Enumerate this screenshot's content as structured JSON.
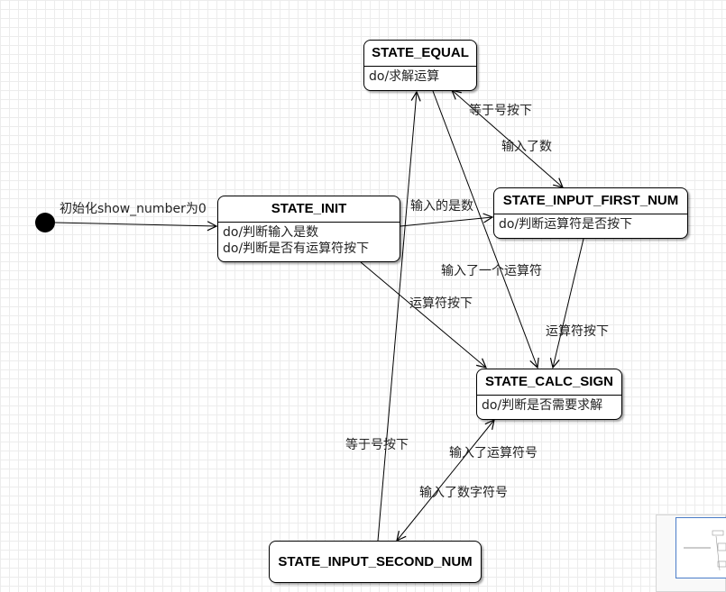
{
  "states": {
    "equal": {
      "name": "STATE_EQUAL",
      "actions": [
        "do/求解运算"
      ]
    },
    "init": {
      "name": "STATE_INIT",
      "actions": [
        "do/判断输入是数",
        "do/判断是否有运算符按下"
      ]
    },
    "input_first_num": {
      "name": "STATE_INPUT_FIRST_NUM",
      "actions": [
        "do/判断运算符是否按下"
      ]
    },
    "calc_sign": {
      "name": "STATE_CALC_SIGN",
      "actions": [
        "do/判断是否需要求解"
      ]
    },
    "input_second_num": {
      "name": "STATE_INPUT_SECOND_NUM",
      "actions": []
    }
  },
  "transitions": {
    "initial_to_init": "初始化show_number为0",
    "init_to_first": "输入的是数",
    "init_to_calc": "运算符按下",
    "equal_to_first": "等于号按下",
    "first_to_equal": "输入了数",
    "equal_to_calc": "输入了一个运算符",
    "first_to_calc": "运算符按下",
    "second_to_equal": "等于号按下",
    "second_to_calc": "输入了运算符号",
    "calc_to_second": "输入了数字符号"
  },
  "colors": {
    "line": "#000000",
    "grid": "#ececec",
    "overview_frame": "#4a7cc8"
  }
}
